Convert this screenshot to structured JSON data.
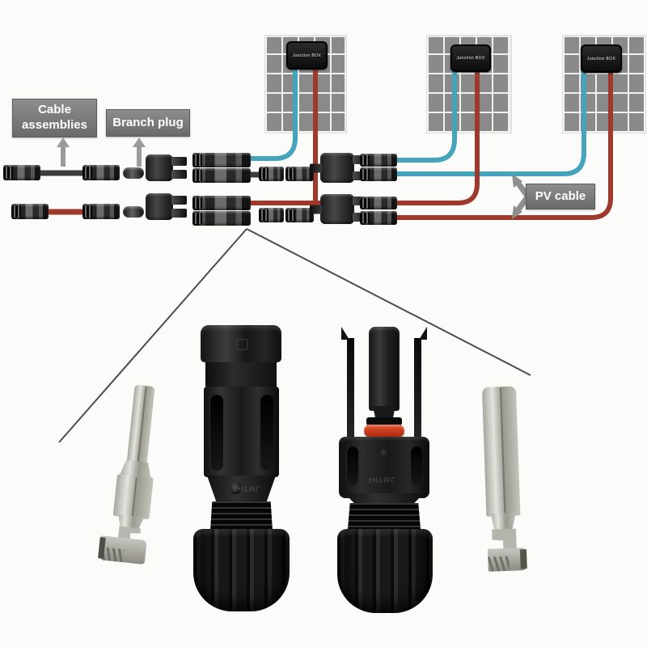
{
  "image": {
    "type": "solar-connector-product-diagram",
    "background": "#fbfbfa"
  },
  "diagram": {
    "junction_box_label": "Junction BOX",
    "label_cable_assemblies": [
      "Cable",
      "assemblies"
    ],
    "label_branch_plug": "Branch plug",
    "label_pv_cable": "PV cable",
    "panel_count": 3,
    "colors": {
      "negative_cable_blue": "#44a4bc",
      "positive_cable_red": "#9e392c",
      "black_cable": "#3c3c3c",
      "label_box": "#7b7b7b",
      "label_text": "#ffffff",
      "panel_cell_gray": "#8a8a8a",
      "arrow_gray": "#9a9a9a",
      "callout_line": "#4c4c4c"
    }
  },
  "detail_photo": {
    "components": [
      "metal-crimp-terminal-left",
      "mc4-female-connector",
      "mc4-male-connector",
      "metal-crimp-terminal-right"
    ],
    "embossed_text": "JMTHF",
    "o_ring_color": "#c6401d",
    "connector_body_color": "#1c1c1c",
    "terminal_metal_color": "#b9b9b1"
  }
}
